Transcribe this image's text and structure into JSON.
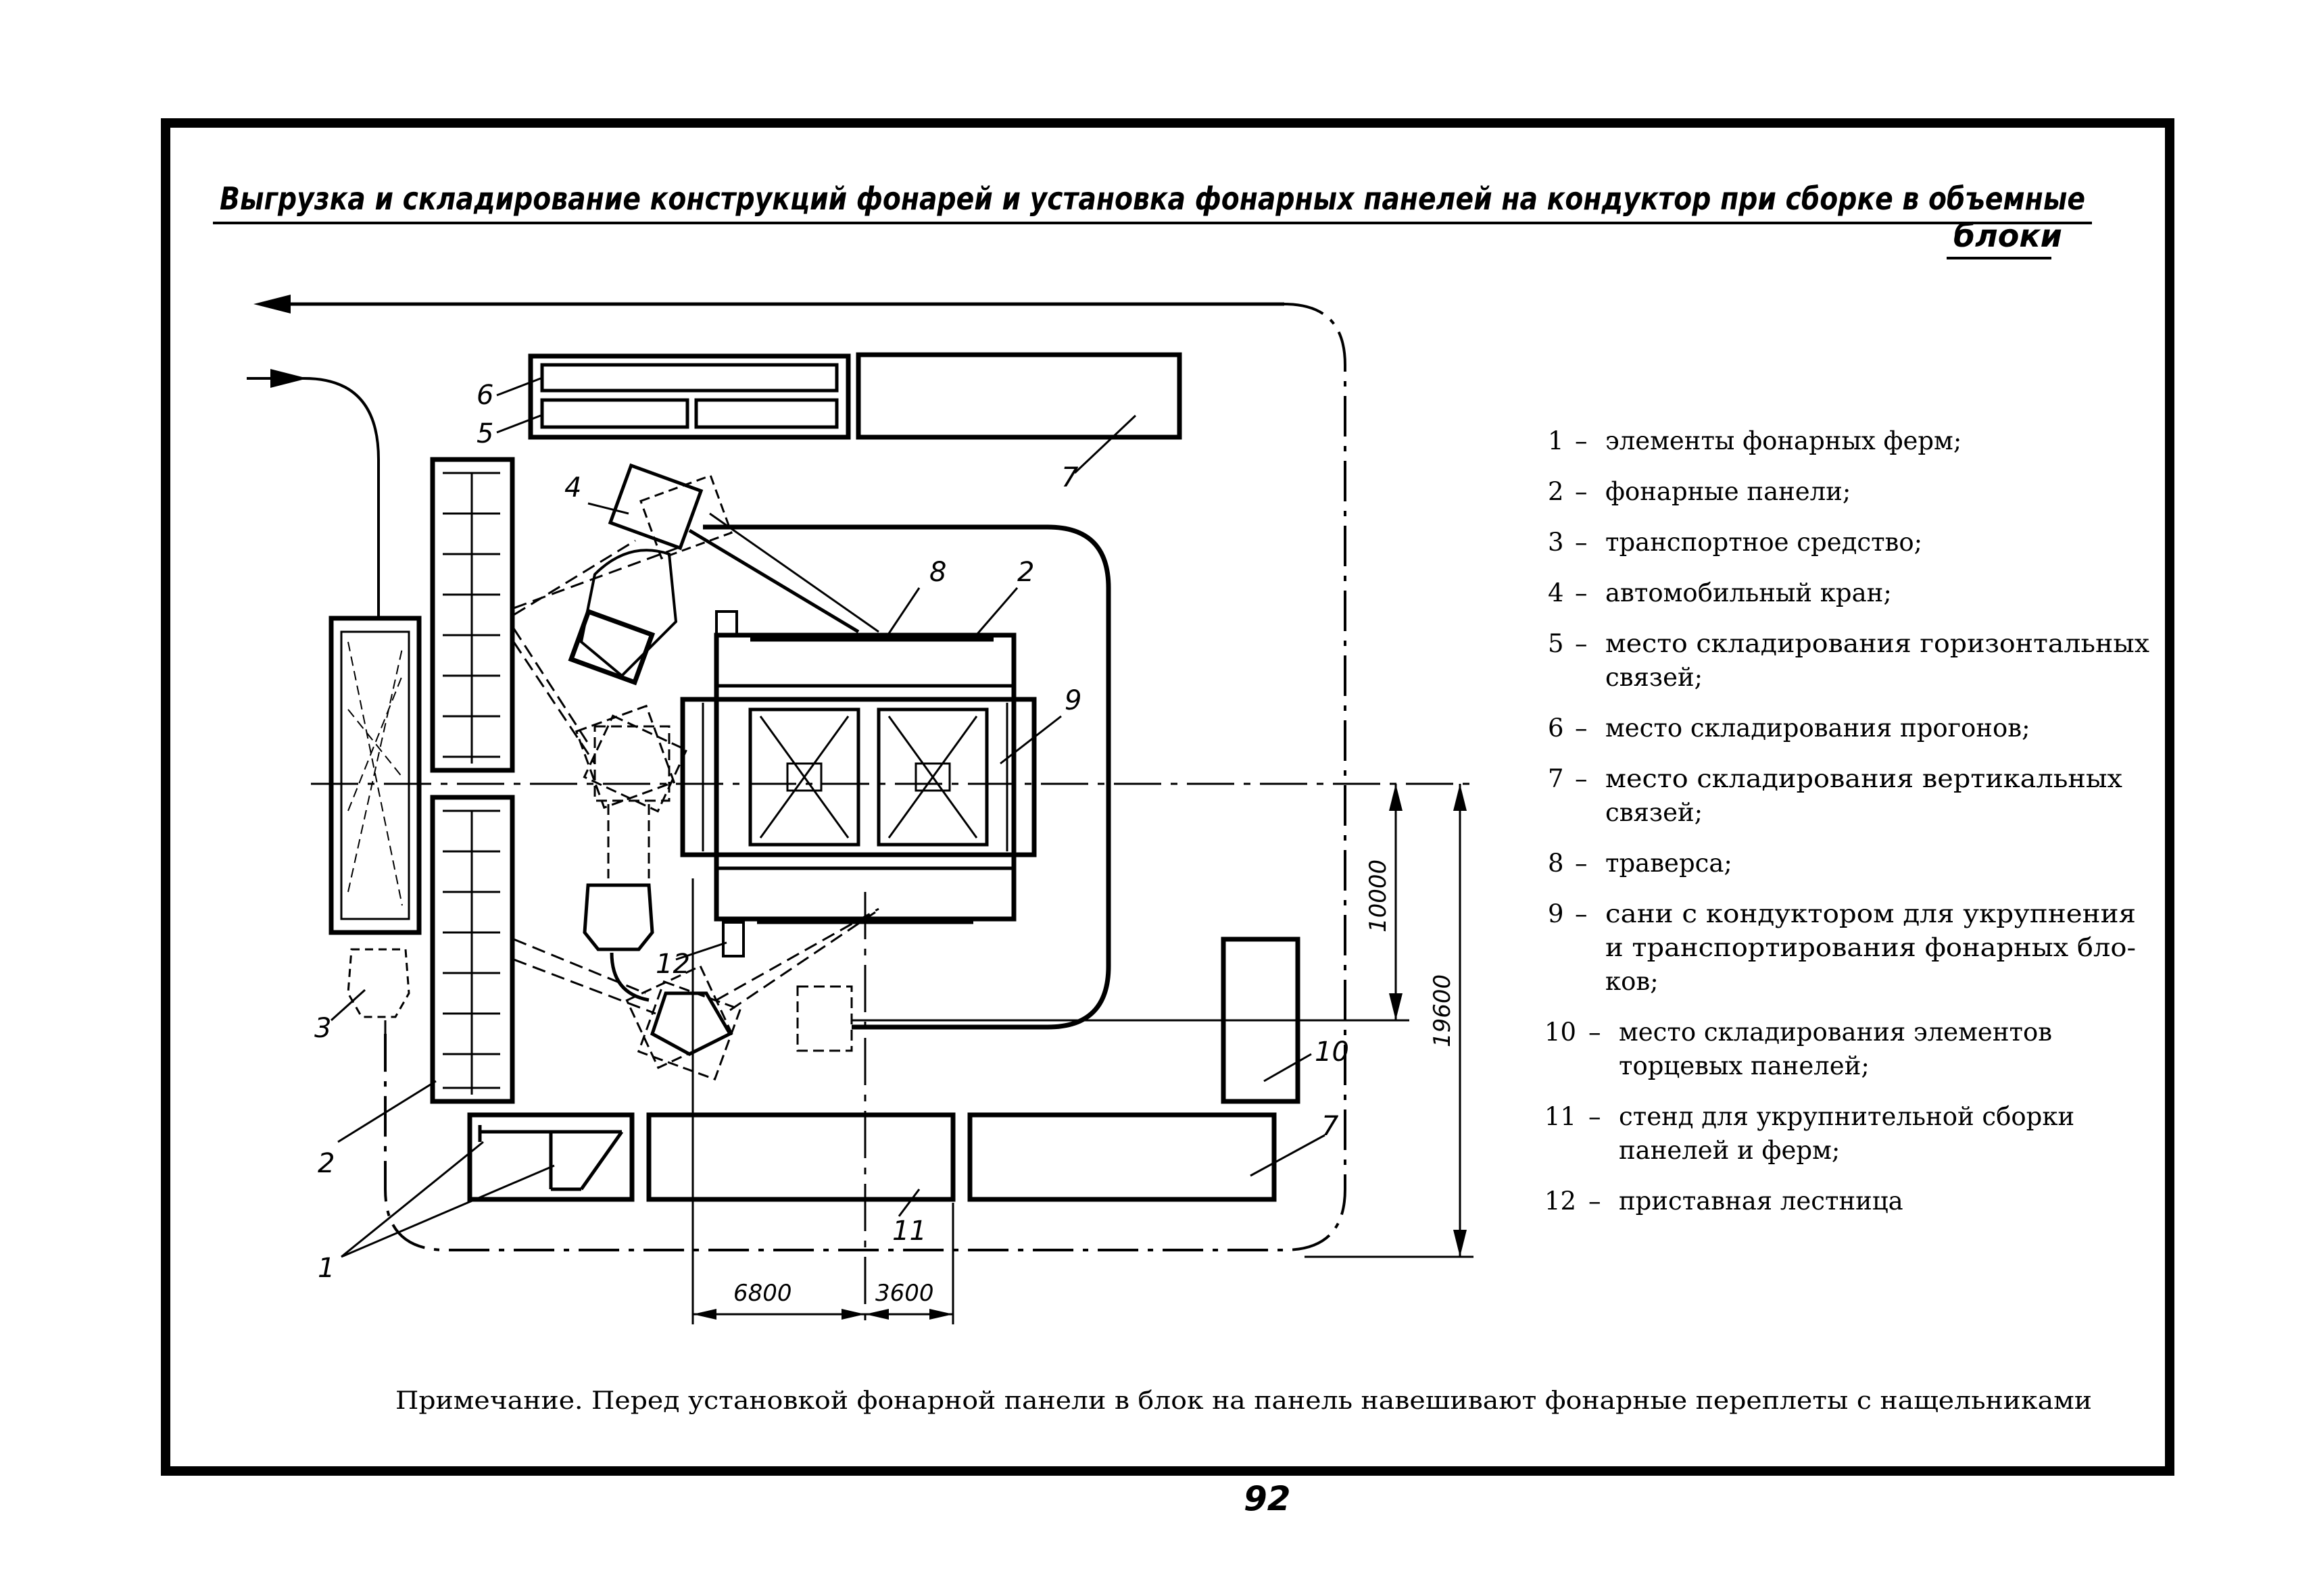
{
  "title": {
    "line1": "Выгрузка и складирование конструкций фонарей и установка фонарных панелей на кондуктор при сборке в объемные",
    "line2": "блоки"
  },
  "diagram_labels": [
    "1",
    "2",
    "3",
    "4",
    "5",
    "6",
    "7",
    "7",
    "8",
    "2",
    "9",
    "10",
    "11",
    "12"
  ],
  "dimensions": {
    "d6800": "6800",
    "d3600": "3600",
    "d10000": "10000",
    "d19600": "19600"
  },
  "legend": [
    {
      "num": "1",
      "lines": [
        "элементы фонарных ферм;"
      ]
    },
    {
      "num": "2",
      "lines": [
        "фонарные панели;"
      ]
    },
    {
      "num": "3",
      "lines": [
        "транспортное средство;"
      ]
    },
    {
      "num": "4",
      "lines": [
        "автомобильный кран;"
      ]
    },
    {
      "num": "5",
      "lines": [
        "место складирования горизонтальных",
        "связей;"
      ]
    },
    {
      "num": "6",
      "lines": [
        "место складирования прогонов;"
      ]
    },
    {
      "num": "7",
      "lines": [
        "место складирования вертикальных",
        "связей;"
      ]
    },
    {
      "num": "8",
      "lines": [
        "траверса;"
      ]
    },
    {
      "num": "9",
      "lines": [
        "сани с кондуктором для укрупнения",
        "и транспортирования фонарных бло-",
        "ков;"
      ]
    },
    {
      "num": "10",
      "lines": [
        "место складирования элементов",
        "торцевых панелей;"
      ]
    },
    {
      "num": "11",
      "lines": [
        "стенд для укрупнительной сборки",
        "панелей и ферм;"
      ]
    },
    {
      "num": "12",
      "lines": [
        "приставная лестница"
      ]
    }
  ],
  "note": "Примечание. Перед установкой фонарной панели в блок на панель навешивают фонарные переплеты с нащельниками",
  "page_number": "92"
}
